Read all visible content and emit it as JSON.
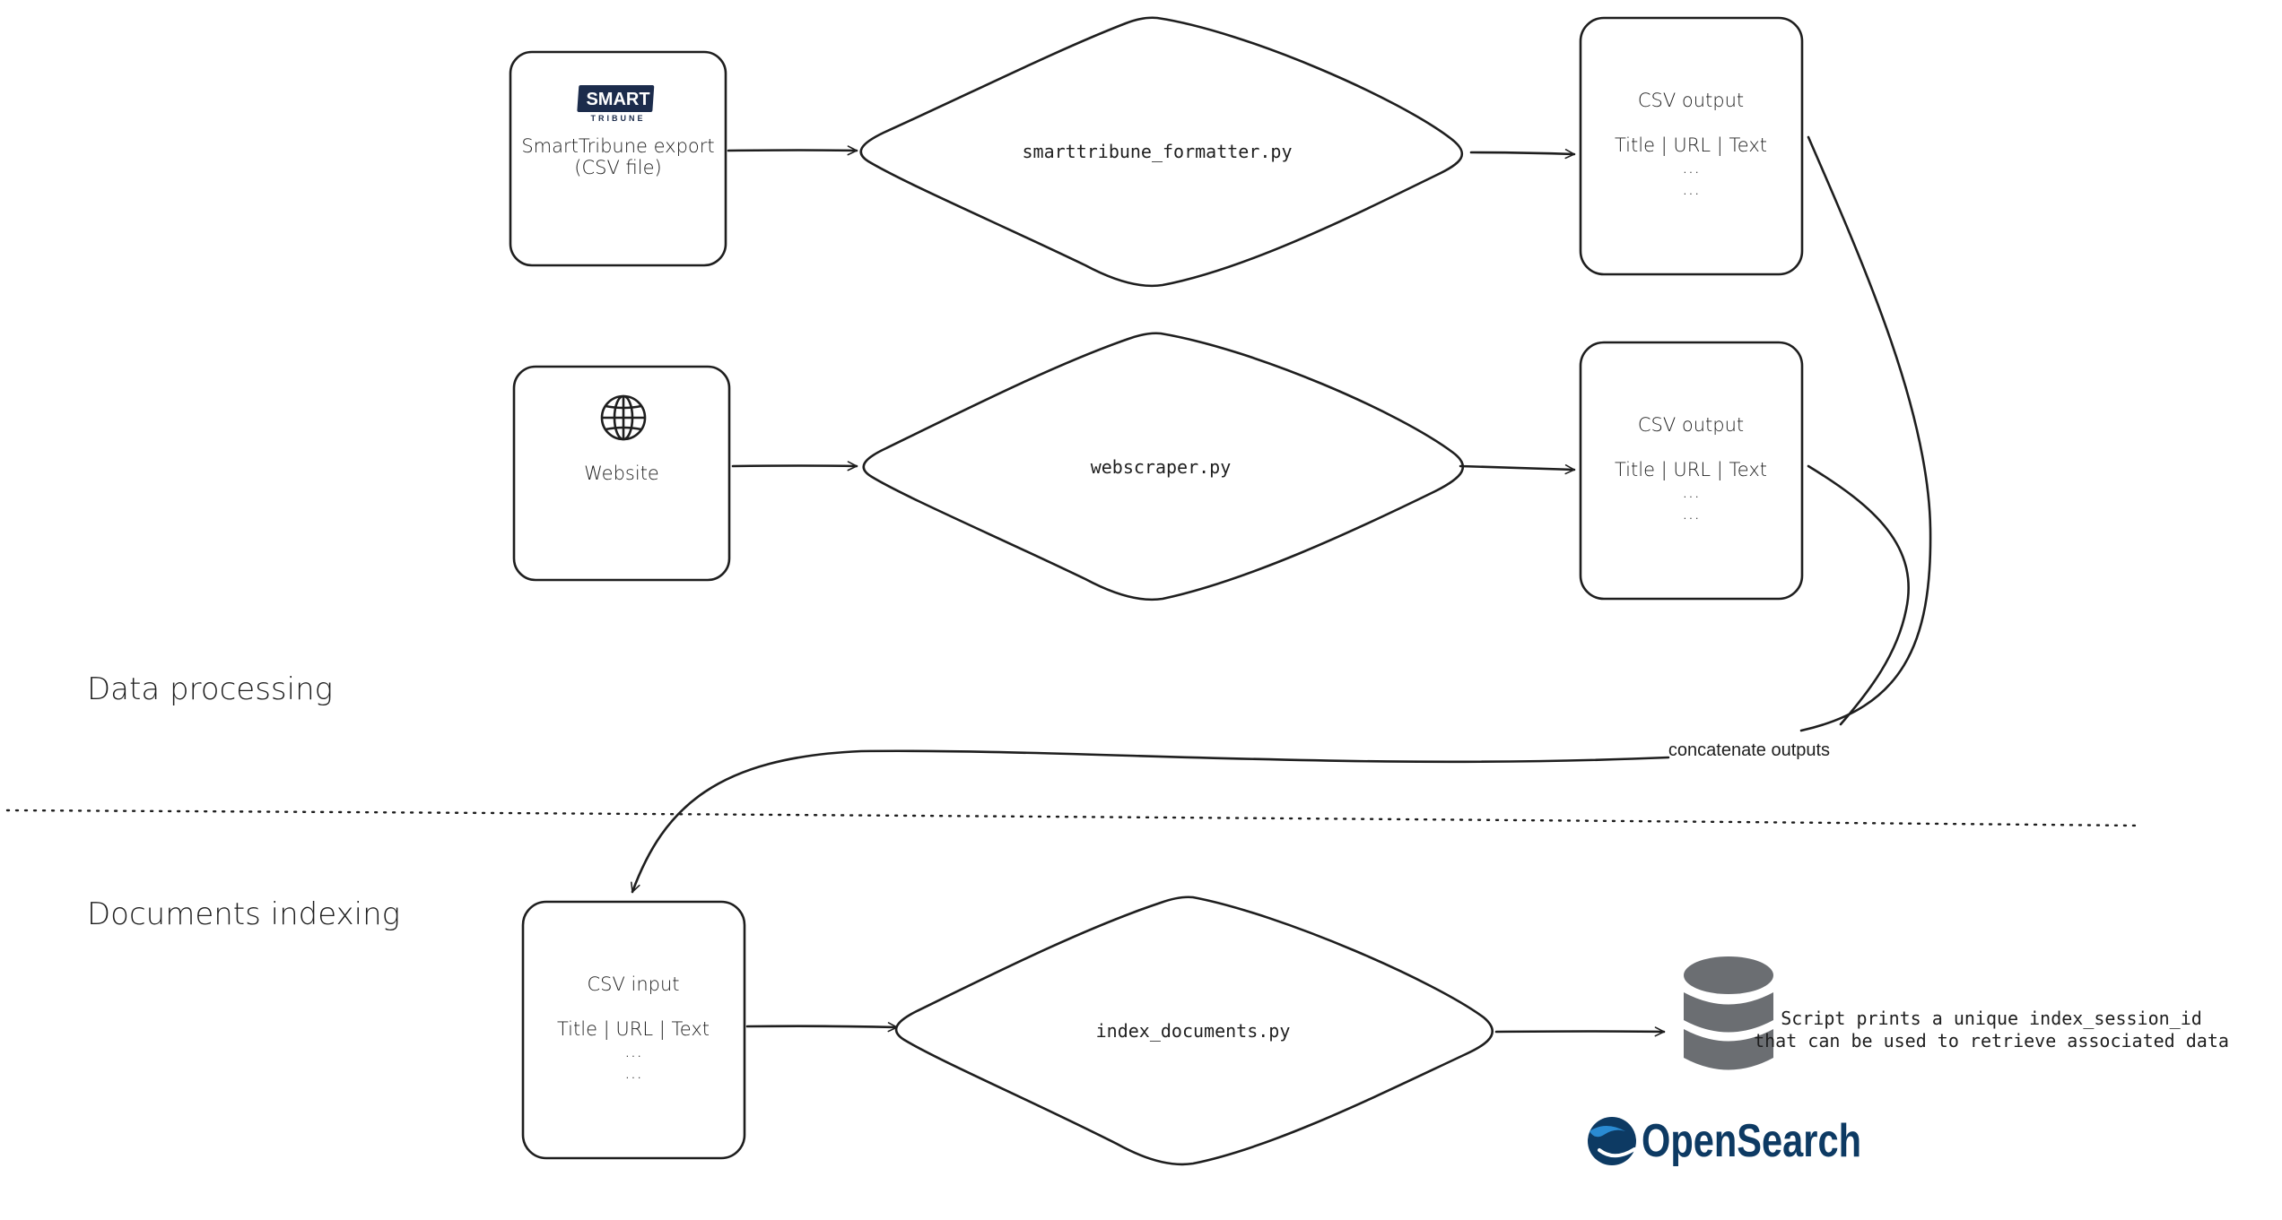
{
  "sections": {
    "data_processing": "Data processing",
    "documents_indexing": "Documents indexing"
  },
  "nodes": {
    "smarttribune": {
      "logo_text": "SMART",
      "logo_subtext": "TRIBUNE",
      "line1": "SmartTribune export",
      "line2": "(CSV file)"
    },
    "website": {
      "label": "Website",
      "icon": "globe-icon"
    },
    "formatter": {
      "label": "smarttribune_formatter.py"
    },
    "webscraper": {
      "label": "webscraper.py"
    },
    "csv_output_1": {
      "title": "CSV output",
      "columns": "Title | URL | Text",
      "row1": "...",
      "row2": "..."
    },
    "csv_output_2": {
      "title": "CSV output",
      "columns": "Title | URL | Text",
      "row1": "...",
      "row2": "..."
    },
    "csv_input": {
      "title": "CSV input",
      "columns": "Title | URL | Text",
      "row1": "...",
      "row2": "..."
    },
    "index_documents": {
      "label": "index_documents.py"
    },
    "database": {
      "icon": "database-icon"
    },
    "note": {
      "line1": "Script prints a unique index_session_id",
      "line2": "that can be used to retrieve associated data"
    },
    "opensearch": {
      "text": "OpenSearch"
    }
  },
  "edges": {
    "concatenate_label": "concatenate outputs"
  },
  "colors": {
    "stroke": "#1e1e1e",
    "database": "#6b6e72",
    "opensearch_dark": "#0d3a63",
    "opensearch_blue": "#2a8bd3",
    "smart_logo": "#1c2c4c"
  }
}
